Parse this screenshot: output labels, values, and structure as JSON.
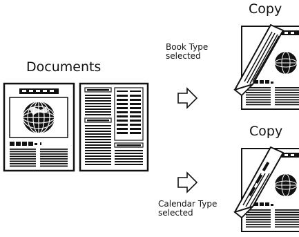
{
  "labels": {
    "documents": "Documents",
    "copy_top": "Copy",
    "copy_bottom": "Copy",
    "book_type_line1": "Book Type",
    "book_type_line2": "selected",
    "calendar_type_line1": "Calendar Type",
    "calendar_type_line2": "selected"
  },
  "colors": {
    "ink": "#111111",
    "paper": "#ffffff"
  },
  "icons": {
    "arrows": "outline-right-arrow",
    "globe": "globe-icon"
  }
}
